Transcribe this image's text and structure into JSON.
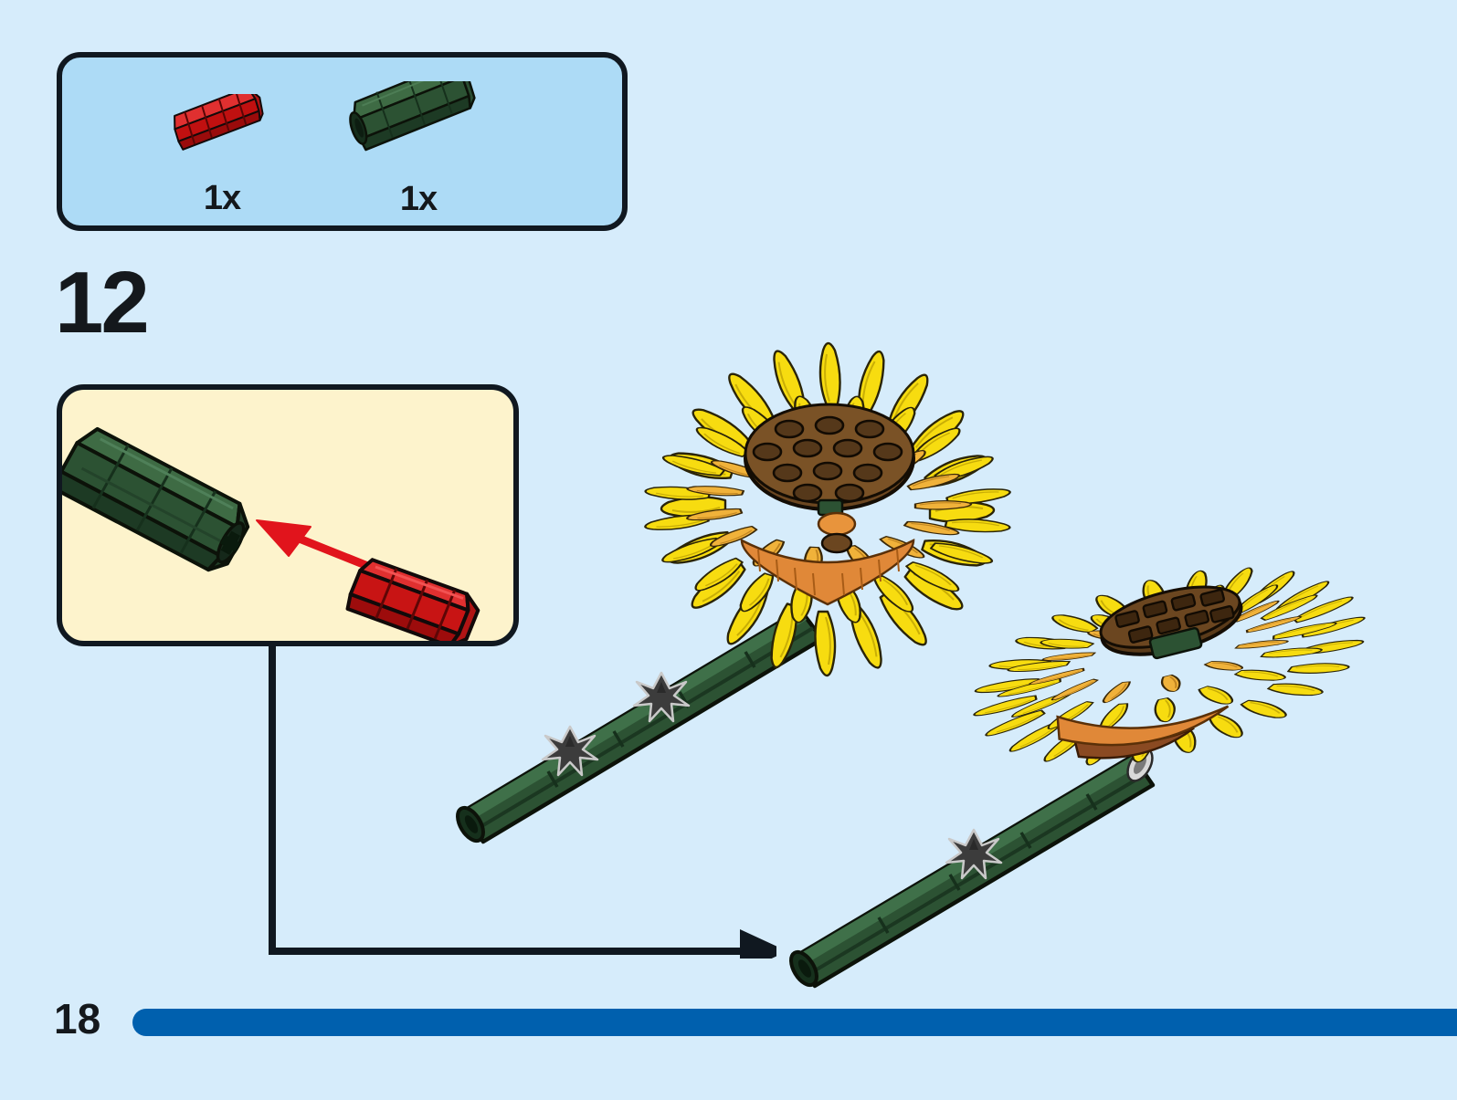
{
  "document": {
    "type": "lego-instruction-page",
    "page_number": "18",
    "background_color": "#d6ecfb"
  },
  "parts_bin": {
    "background_color": "#addbf6",
    "border_color": "#101820",
    "parts": [
      {
        "name": "technic-axle-2l",
        "color_name": "red",
        "color_hex": "#cc1111",
        "quantity_label": "1x"
      },
      {
        "name": "technic-axle-connector",
        "color_name": "dark-green",
        "color_hex": "#2c5233",
        "quantity_label": "1x"
      }
    ]
  },
  "step": {
    "number_label": "12"
  },
  "callout": {
    "background_color": "#fdf3cc",
    "border_color": "#101820",
    "arrow_color": "#e1141c",
    "parts_shown": [
      {
        "name": "green-axle-connector",
        "color_hex": "#2c5233"
      },
      {
        "name": "red-axle",
        "color_hex": "#cc1111"
      }
    ]
  },
  "leader": {
    "line_color": "#101820",
    "arrowhead": "right"
  },
  "assembly": {
    "flowers": [
      {
        "name": "sunflower-front",
        "center_color": "#5a3b1a",
        "petal_color_outer": "#f5d800",
        "petal_color_inner": "#f0a830",
        "stem_color": "#2c5233",
        "leaf_connector_color": "#4a4a4a"
      },
      {
        "name": "sunflower-back",
        "center_color": "#5a3b1a",
        "petal_color_outer": "#f5d800",
        "petal_color_inner": "#f0a830",
        "stem_color": "#2c5233",
        "leaf_connector_color": "#4a4a4a"
      }
    ]
  },
  "footer": {
    "bar_color": "#0060ae",
    "page_label": "18"
  }
}
